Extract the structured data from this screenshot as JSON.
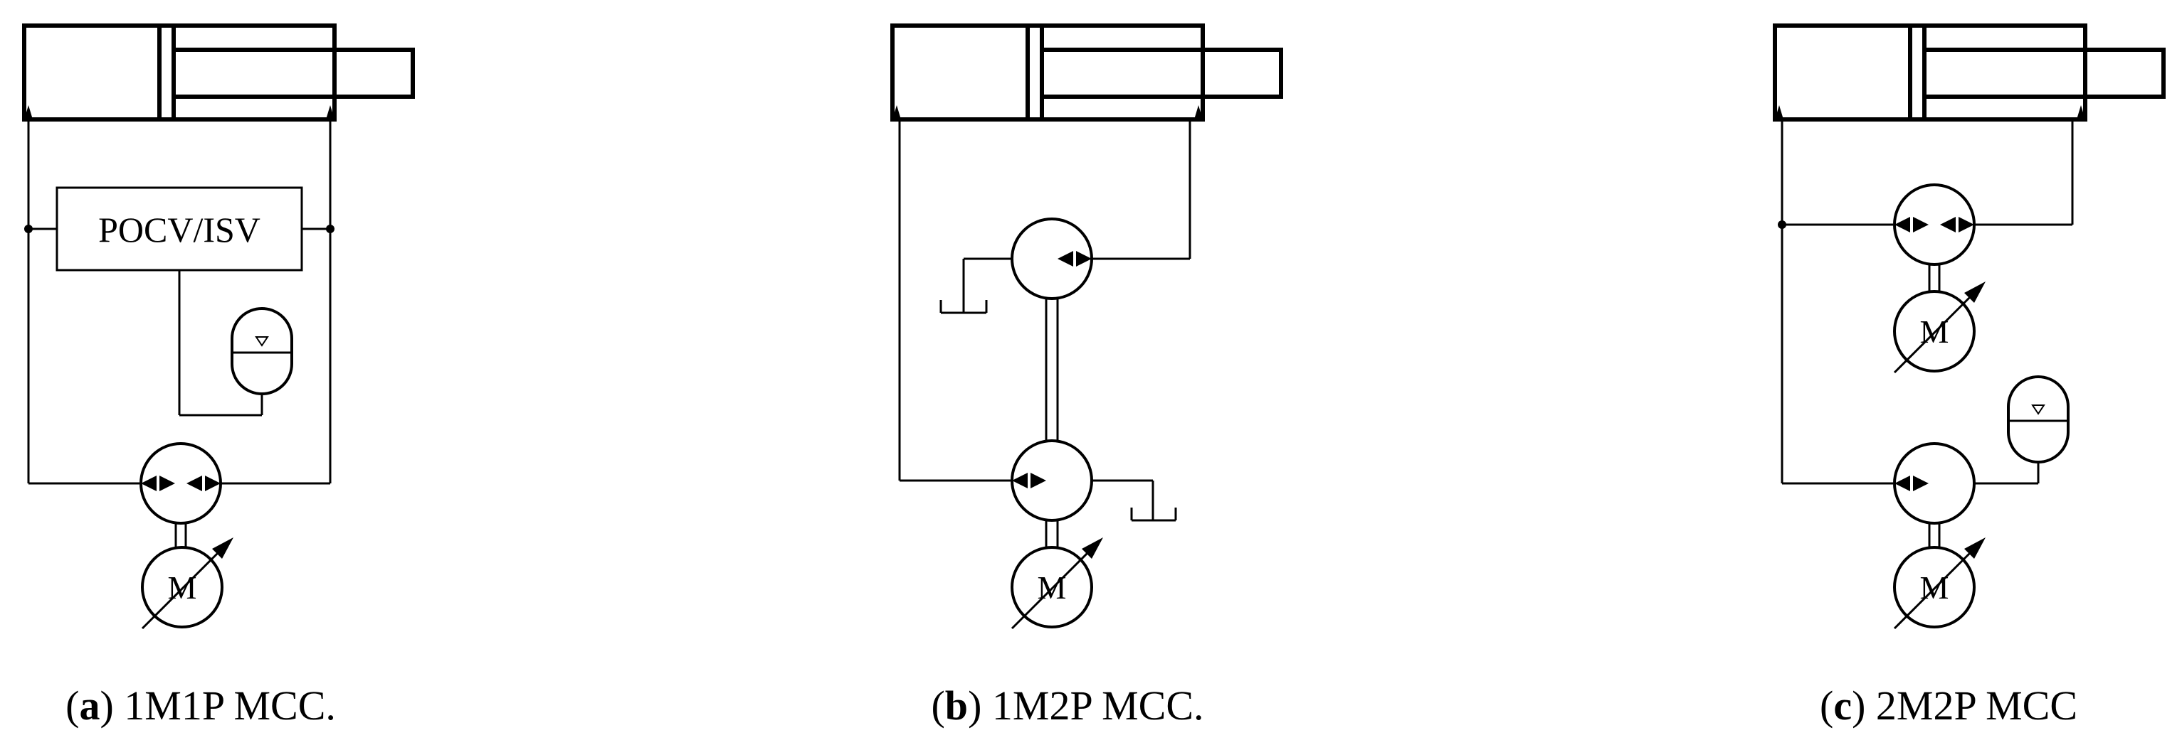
{
  "panels": [
    {
      "id": "a",
      "letter": "a",
      "caption": "1M1P MCC.",
      "valve_label": "POCV/ISV",
      "motor_label": "M"
    },
    {
      "id": "b",
      "letter": "b",
      "caption": "1M2P MCC.",
      "motor_label": "M"
    },
    {
      "id": "c",
      "letter": "c",
      "caption": "2M2P MCC",
      "motor_labels": [
        "M",
        "M"
      ]
    }
  ]
}
